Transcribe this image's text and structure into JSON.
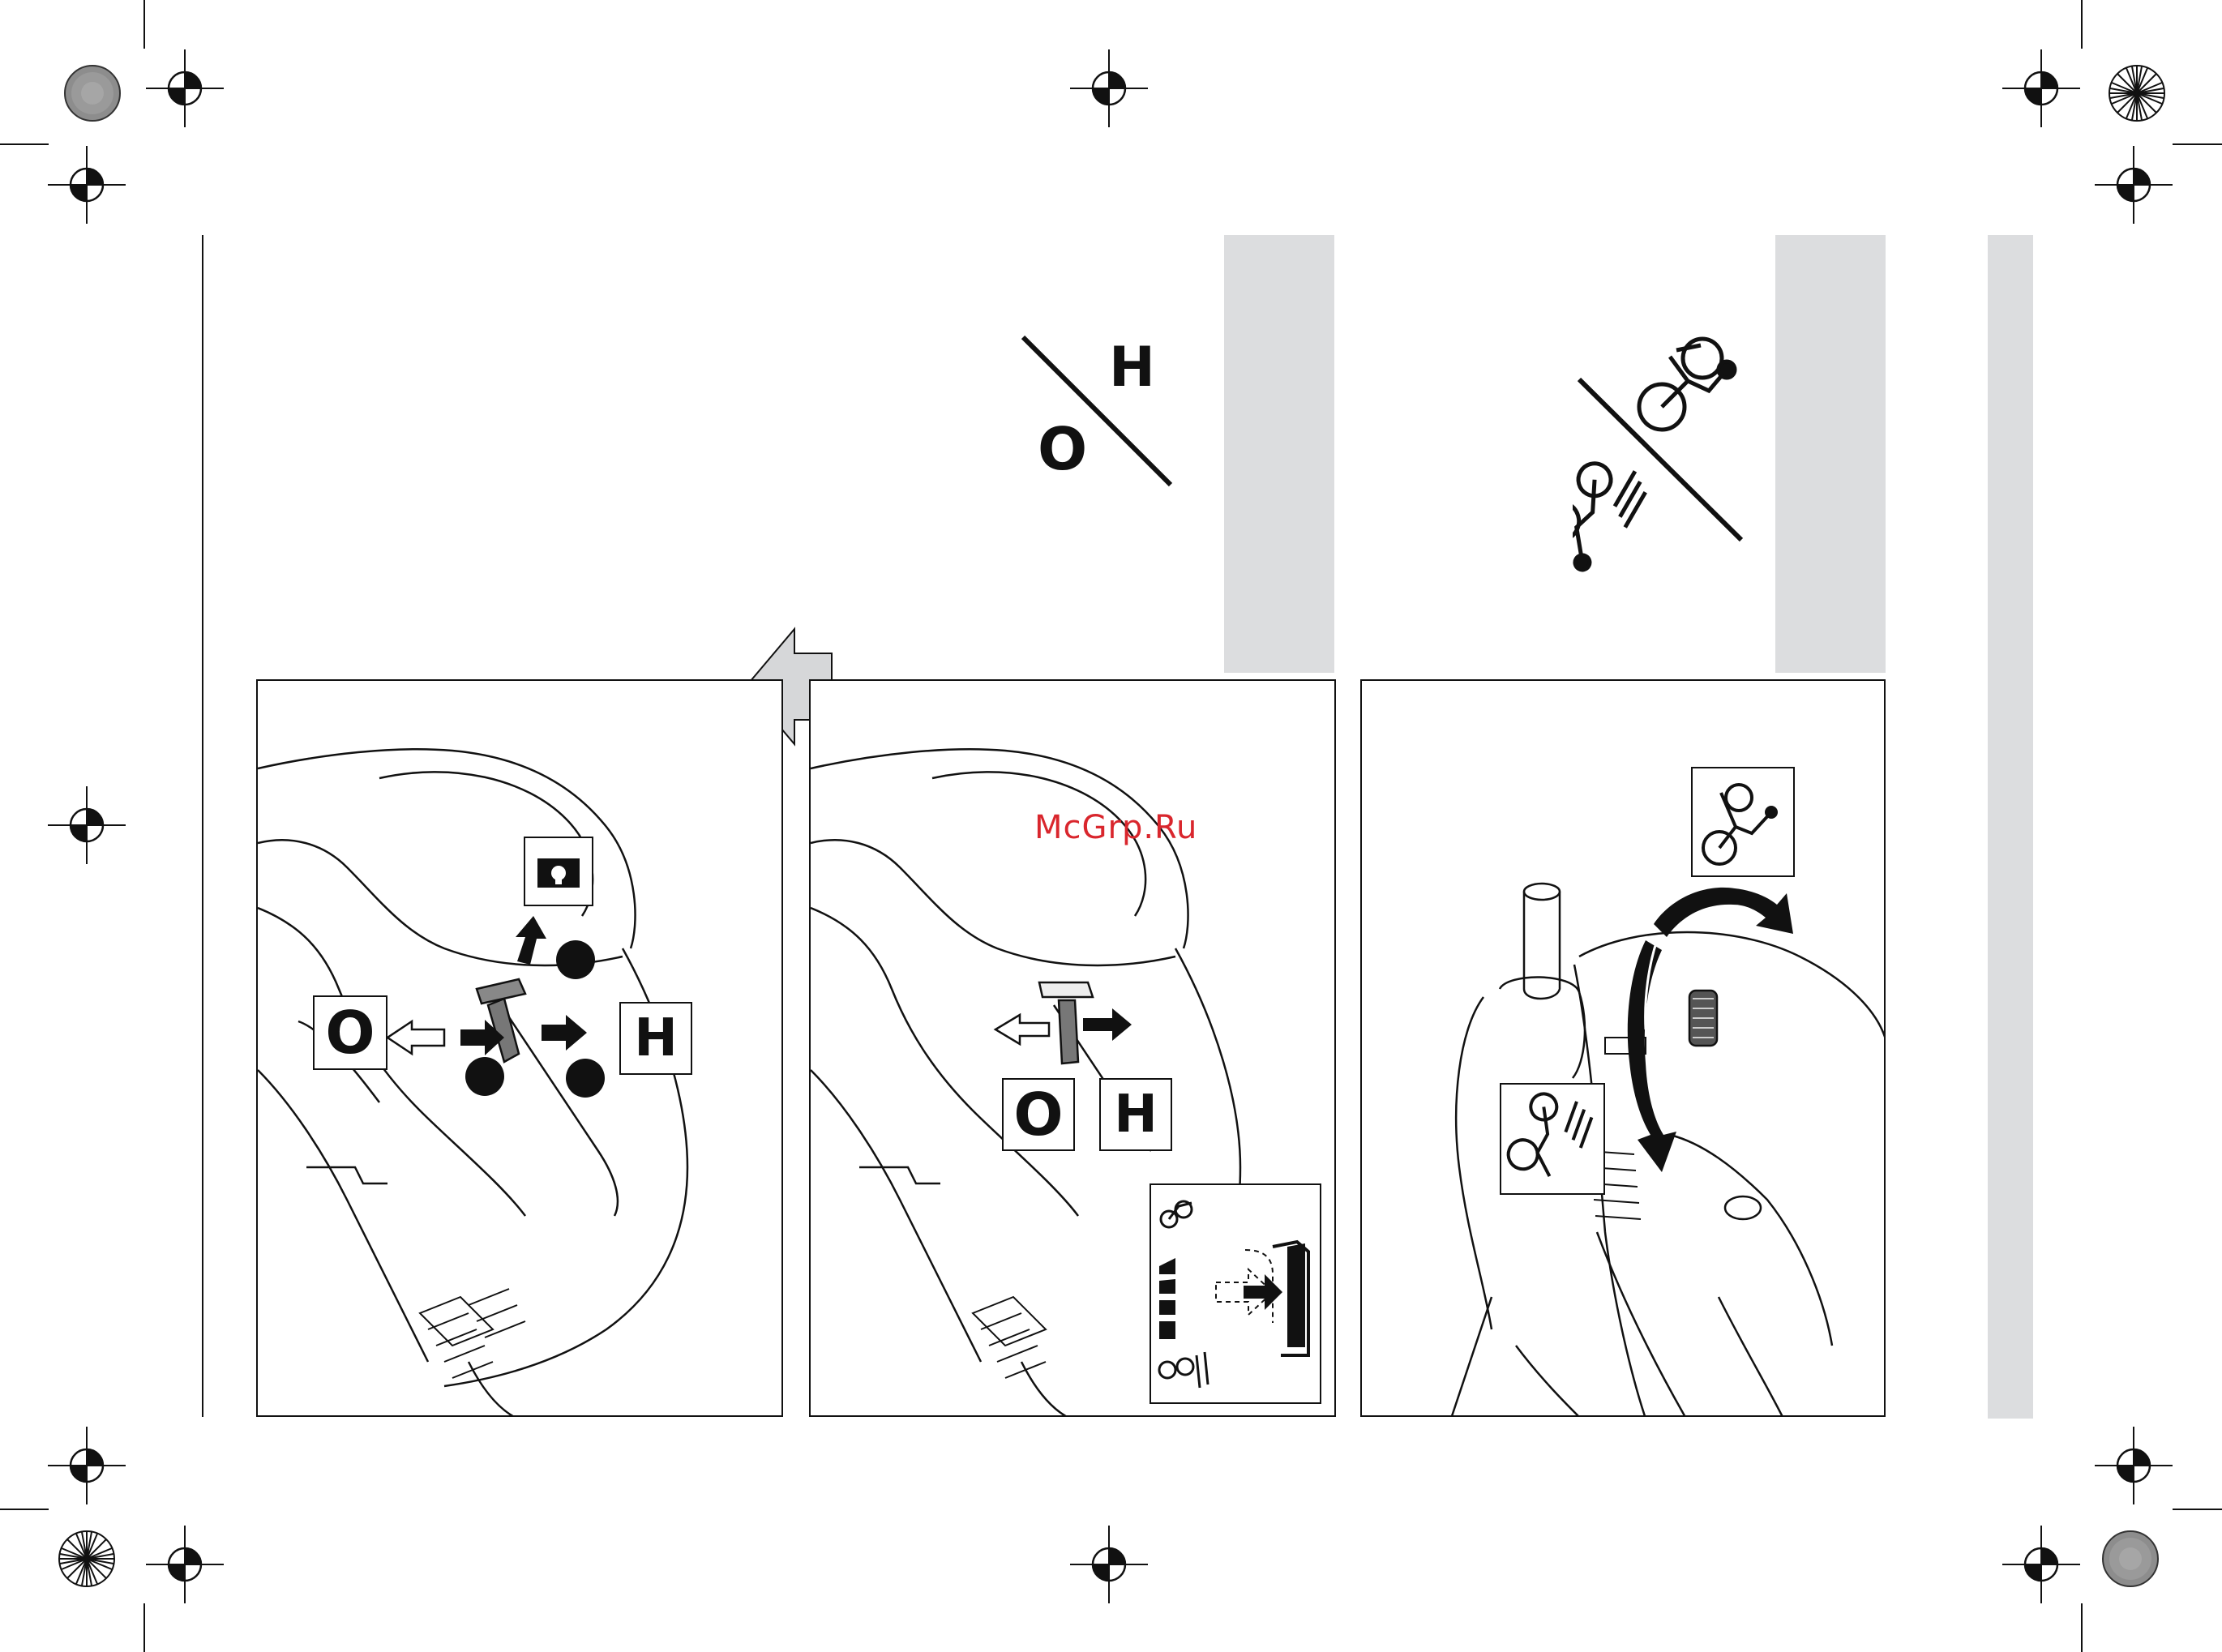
{
  "legend": {
    "manual_off_symbol": "O",
    "manual_on_symbol": "H"
  },
  "panel_left": {
    "switch_left_label": "O",
    "switch_right_label": "H"
  },
  "panel_middle": {
    "switch_left_label": "O",
    "switch_right_label": "H"
  },
  "watermark": "McGrp.Ru",
  "colors": {
    "sidebar_gray": "#dcdddf",
    "arrow_gray": "#d6d7d9",
    "line": "#111111",
    "watermark": "#d9262d"
  },
  "icons": [
    "registration-mark",
    "color-target",
    "lock-icon",
    "bicycle-fast-icon",
    "bicycle-slow-icon",
    "back-arrow-icon",
    "rotate-arrows-icon"
  ]
}
